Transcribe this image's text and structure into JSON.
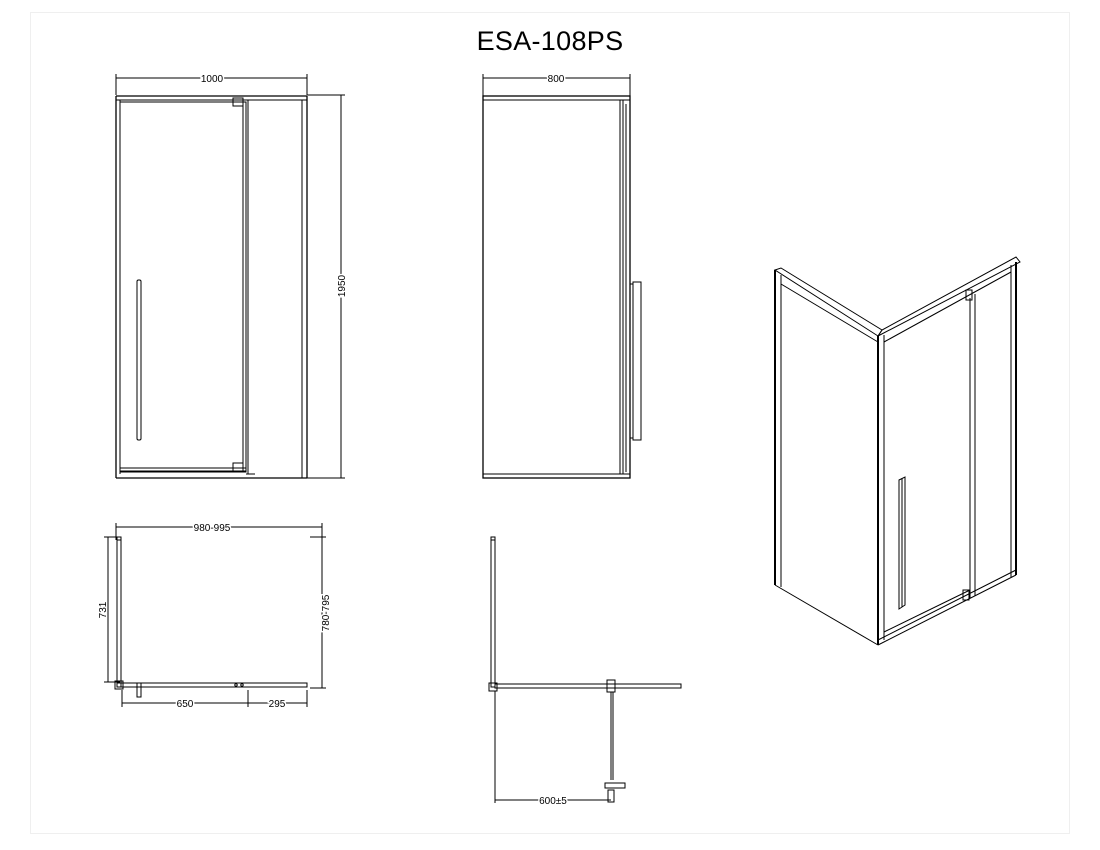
{
  "title": "ESA-108PS",
  "dimensions": {
    "front_width": "1000",
    "side_width": "800",
    "height": "1950",
    "plan_width": "980-995",
    "plan_depth": "780-795",
    "plan_left_depth": "731",
    "plan_door": "650",
    "plan_fixed": "295",
    "door_swing": "600±5"
  },
  "colors": {
    "line": "#000000",
    "background": "#ffffff"
  }
}
